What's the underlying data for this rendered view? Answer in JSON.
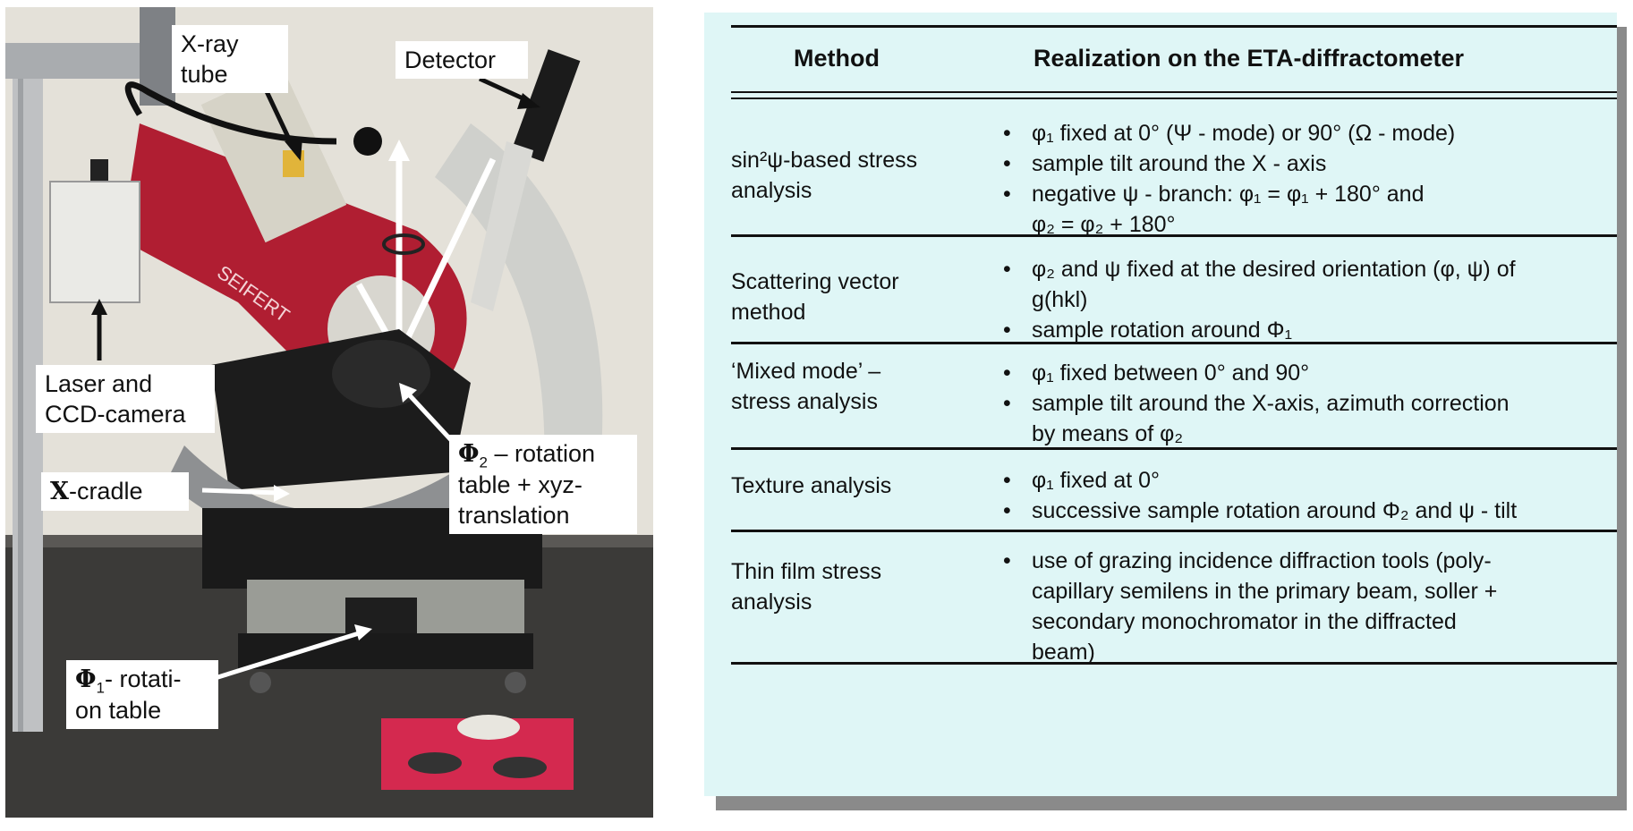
{
  "photo": {
    "labels": {
      "xray_tube": "X-ray\ntube",
      "detector": "Detector",
      "laser_ccd": "Laser and\nCCD-camera",
      "x_cradle_symbol": "X",
      "x_cradle_text": "-cradle",
      "phi2_symbol": "Φ",
      "phi2_sub": "2",
      "phi2_text": " – rotation\ntable + xyz-\ntranslation",
      "phi1_symbol": "Φ",
      "phi1_sub": "1",
      "phi1_text": "- rotati-\non table"
    },
    "brand_on_arm": "SEIFERT"
  },
  "table": {
    "headers": {
      "method": "Method",
      "realization": "Realization on the ETA-diffractometer"
    },
    "rows": [
      {
        "method": "sin²ψ-based stress\nanalysis",
        "bullets": [
          "φ₁ fixed at 0° (Ψ - mode) or 90° (Ω - mode)",
          "sample tilt around the X - axis",
          "negative ψ - branch:  φ₁ = φ₁ + 180° and\nφ₂ = φ₂ + 180°"
        ]
      },
      {
        "method": "Scattering vector\nmethod",
        "bullets": [
          "φ₂ and ψ fixed at the desired orientation (φ, ψ) of\ng(hkl)",
          "sample rotation around Φ₁"
        ]
      },
      {
        "method": "‘Mixed mode’ –\nstress analysis",
        "bullets": [
          "φ₁ fixed between 0° and 90°",
          "sample tilt around the X-axis, azimuth correction\nby means of φ₂"
        ]
      },
      {
        "method": "Texture analysis",
        "bullets": [
          "φ₁ fixed at 0°",
          "successive sample rotation around Φ₂ and ψ - tilt"
        ]
      },
      {
        "method": "Thin film stress\nanalysis",
        "bullets": [
          "use of grazing incidence diffraction tools (poly-\ncapillary semilens in the primary beam, soller +\nsecondary monochromator in the diffracted\nbeam)"
        ]
      }
    ]
  },
  "colors": {
    "table_bg": "#dff6f6",
    "instrument_red": "#b01e32",
    "shadow": "#8a8a8a"
  }
}
